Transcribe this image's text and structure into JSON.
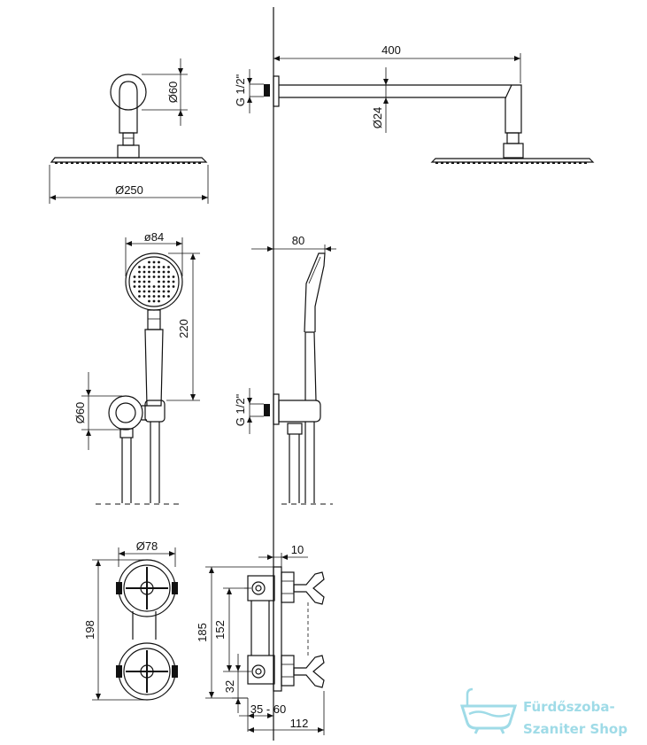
{
  "dimensions": {
    "shower_head": {
      "diameter": "Ø250",
      "arm_length": "400",
      "arm_diameter": "Ø24",
      "wall_plate": "Ø60",
      "thread": "G 1/2\""
    },
    "hand_shower": {
      "head_diameter": "ø84",
      "length": "220",
      "projection": "80",
      "wall_plate": "Ø60",
      "thread": "G 1/2\""
    },
    "mixer": {
      "handle_diameter": "Ø78",
      "total_height": "198",
      "height_outer": "185",
      "height_inner": "152",
      "bottom_offset": "32",
      "plate_thickness": "10",
      "depth_range": "35 - 60",
      "depth_total": "112"
    }
  },
  "watermark": {
    "line1": "Fürdőszoba-",
    "line2": "Szaniter Shop",
    "color": "#8fd5e3"
  }
}
